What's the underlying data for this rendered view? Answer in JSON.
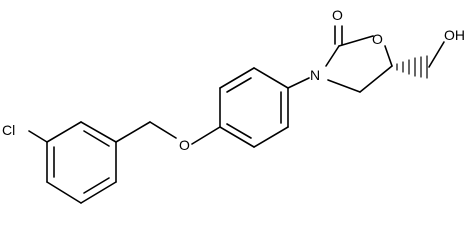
{
  "molecule": {
    "labels": {
      "chlorine": "Cl",
      "ether_oxygen": "O",
      "ring_nitrogen": "N",
      "ring_oxygen": "O",
      "carbonyl_oxygen": "O",
      "hydroxyl": "OH"
    },
    "bond_color": "#000000",
    "background": "#ffffff"
  }
}
